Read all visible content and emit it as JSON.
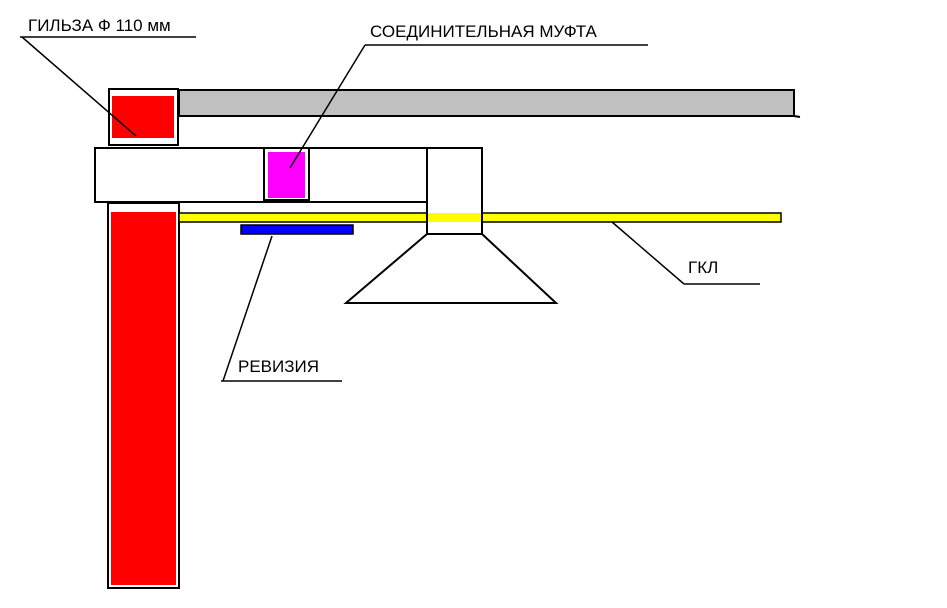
{
  "labels": {
    "sleeve": "ГИЛЬЗА Ф 110 мм",
    "coupling": "СОЕДИНИТЕЛЬНАЯ МУФТА",
    "gkl": "ГКЛ",
    "revision": "РЕВИЗИЯ"
  },
  "colors": {
    "background": "#ffffff",
    "outline": "#000000",
    "slab": "#c0c0c0",
    "riser": "#ff0000",
    "coupling": "#ff00ff",
    "gkl": "#ffff00",
    "revision": "#0000ff"
  }
}
